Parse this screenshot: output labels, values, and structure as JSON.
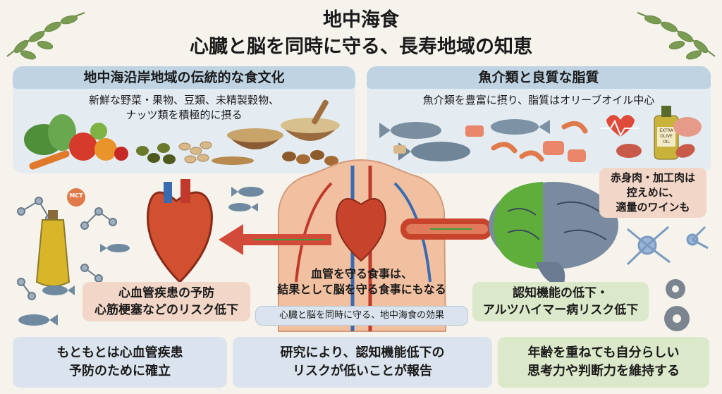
{
  "title": {
    "line1": "地中海食",
    "line2": "心臓と脳を同時に守る、長寿地域の知恵"
  },
  "panel_left": {
    "header": "地中海沿岸地域の伝統的な食文化",
    "line1": "新鮮な野菜・果物、豆類、未精製穀物、",
    "line2": "ナッツ類を積極的に摂る"
  },
  "panel_right": {
    "header": "魚介類と良質な脂質",
    "line1": "魚介類を豊富に摂り、脂質はオリーブオイル中心"
  },
  "callouts": {
    "red_meat": [
      "赤身肉・加工肉は",
      "控えめに、",
      "適量のワインも"
    ],
    "heart": [
      "心血管疾患の予防",
      "心筋梗塞などのリスク低下"
    ],
    "brain": [
      "認知機能の低下・",
      "アルツハイマー病リスク低下"
    ],
    "center": [
      "血管を守る食事は、",
      "結果として脳を守る食事にもなる"
    ],
    "effect": "心臓と脳を同時に守る、地中海食の効果"
  },
  "bottom": {
    "left": [
      "もともとは心血管疾患",
      "予防のために確立"
    ],
    "middle": [
      "研究により、認知機能低下の",
      "リスクが低いことが報告"
    ],
    "right": [
      "年齢を重ねても自分らしい",
      "思考力や判断力を維持する"
    ]
  },
  "labels": {
    "mct": "MCT",
    "olive_bottle": [
      "EXTRA",
      "OLIVE",
      "OIL"
    ]
  },
  "colors": {
    "header_blue": "#bfd3e3",
    "panel_blue": "#e4ecf2",
    "pink": "#f2d6c8",
    "green": "#dbe8c9",
    "heart_red": "#c8432b",
    "brain_green": "#5fae3c"
  },
  "icons": [
    "laurel-branch-icon",
    "vegetables-icon",
    "olives-icon",
    "beans-icon",
    "grain-bowl-icon",
    "nuts-icon",
    "fish-icon",
    "shrimp-icon",
    "salmon-icon",
    "heart-monitor-icon",
    "olive-oil-bottle-icon",
    "red-meat-icon",
    "molecule-icon",
    "anatomical-heart-icon",
    "torso-arteries-icon",
    "blood-vessel-icon",
    "brain-icon",
    "neuron-icon",
    "gear-icon"
  ]
}
